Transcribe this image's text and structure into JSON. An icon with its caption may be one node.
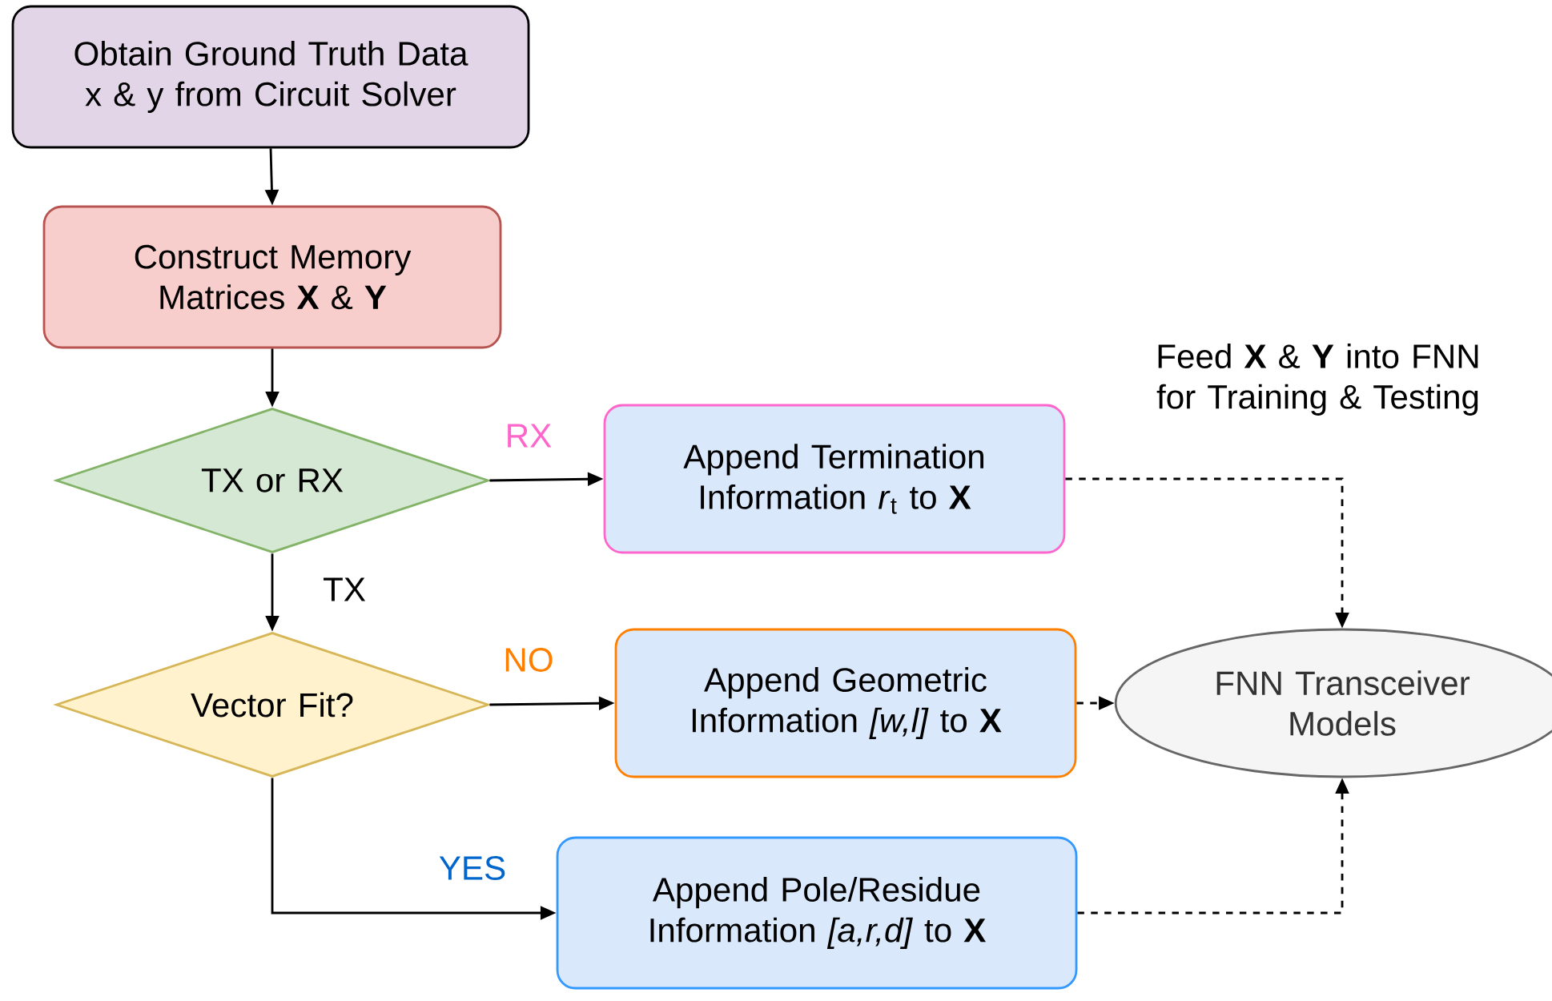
{
  "diagram": {
    "nodes": [
      {
        "text": [
          "Obtain Ground Truth Data x & y from Circuit Solver"
        ]
      },
      {
        "text": [
          "Construct Memory Matrices **X** & **Y**"
        ]
      },
      {
        "text": [
          "TX or RX"
        ]
      },
      {
        "text": [
          "Append Termination Information *r*$_{t}$ to **X**"
        ]
      },
      {
        "text": [
          "Vector Fit?"
        ]
      },
      {
        "text": [
          "Append Geometric Information *[w,l]* to **X**"
        ]
      },
      {
        "text": [
          "FNN Transceiver Models"
        ]
      },
      {
        "text": [
          "Append Pole/Residue Information *[a,r,d]* to **X**"
        ]
      }
    ],
    "edges": [
      {
        "from": 0,
        "to": 1,
        "arrow": "to"
      },
      {
        "from": 1,
        "to": 2,
        "arrow": "to"
      },
      {
        "from": 2,
        "to": 3,
        "arrow": "to",
        "label": "RX"
      },
      {
        "from": 2,
        "to": 4,
        "arrow": "to",
        "label": "TX"
      },
      {
        "from": 4,
        "to": 5,
        "arrow": "to",
        "label": "NO"
      },
      {
        "from": 4,
        "to": 7,
        "arrow": "to",
        "label": "YES"
      },
      {
        "from": 3,
        "to": 6,
        "arrow": "to",
        "style": "dashed"
      },
      {
        "from": 5,
        "to": 6,
        "arrow": "to",
        "style": "dashed"
      },
      {
        "from": 7,
        "to": 6,
        "arrow": "to",
        "style": "dashed"
      }
    ],
    "labels": [
      "Feed **X** & **Y** into FNN for Training & Testing"
    ]
  }
}
